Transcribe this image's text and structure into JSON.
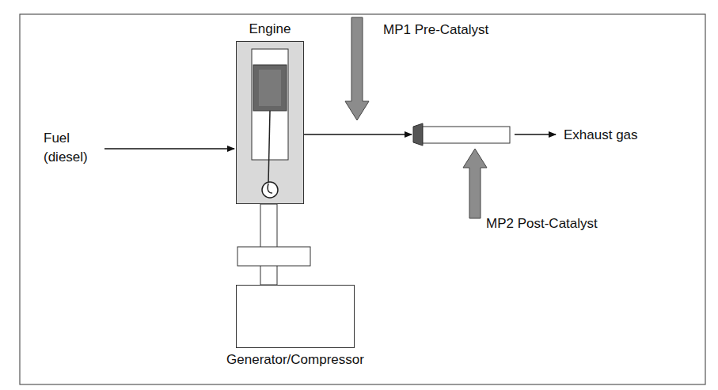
{
  "diagram": {
    "nodes": [
      {
        "text": [
          "Engine"
        ]
      },
      {
        "text": [
          "Generator/Compressor"
        ]
      }
    ],
    "edges": [
      {
        "from": 0,
        "to": 1,
        "arrow": "none"
      }
    ],
    "labels": [
      "Fuel (diesel)",
      "MP1 Pre-Catalyst",
      "MP2 Post-Catalyst",
      "Exhaust gas"
    ]
  }
}
